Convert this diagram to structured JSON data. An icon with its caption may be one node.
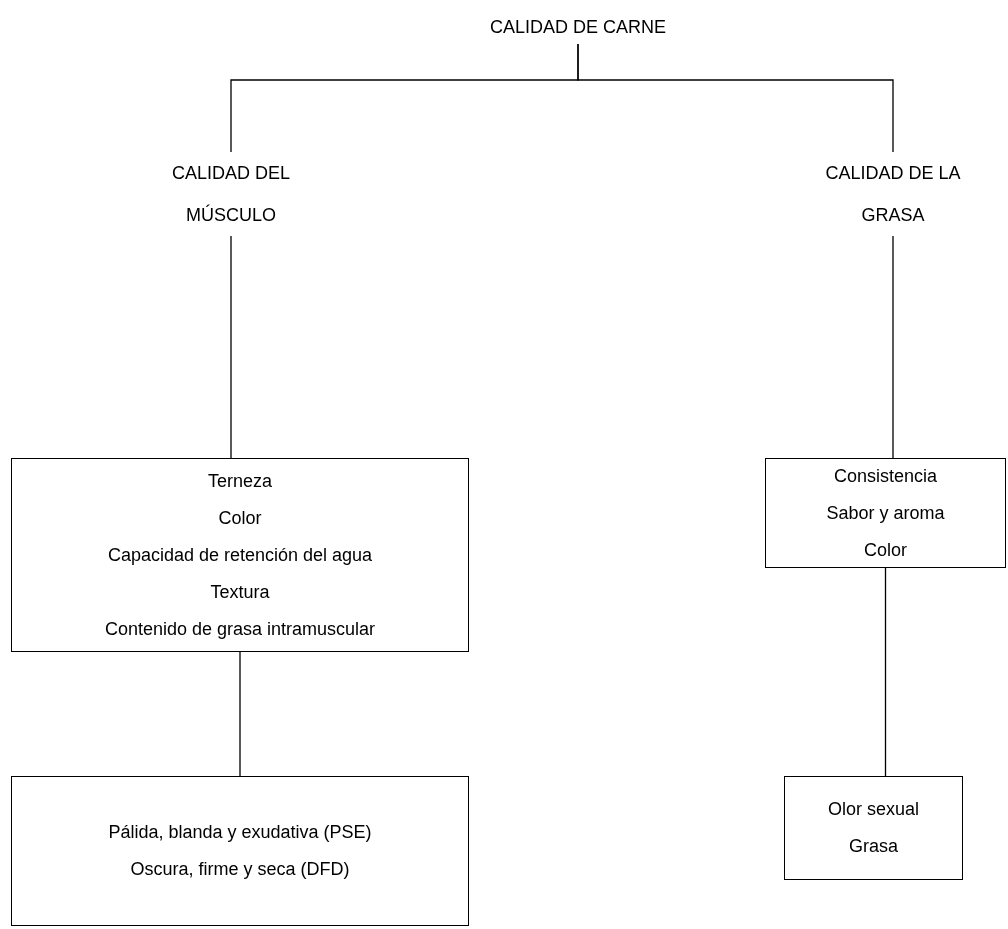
{
  "diagram": {
    "nodes": [
      {
        "text": [
          "CALIDAD DE CARNE"
        ]
      },
      {
        "text": [
          "CALIDAD DEL MÚSCULO"
        ]
      },
      {
        "text": [
          "CALIDAD DE LA GRASA"
        ]
      },
      {
        "text": [
          "Terneza",
          "Color",
          "Capacidad de retención del agua",
          "Textura",
          "Contenido de grasa intramuscular"
        ]
      },
      {
        "text": [
          "Consistencia",
          "Sabor y aroma",
          "Color"
        ]
      },
      {
        "text": [
          "Pálida, blanda y exudativa (PSE)",
          "Oscura, firme y seca (DFD)"
        ]
      },
      {
        "text": [
          "Olor sexual",
          "Grasa"
        ]
      }
    ],
    "edges": [
      {
        "from": 0,
        "to": 1,
        "arrow": "none"
      },
      {
        "from": 0,
        "to": 2,
        "arrow": "none"
      },
      {
        "from": 1,
        "to": 3,
        "arrow": "none"
      },
      {
        "from": 2,
        "to": 4,
        "arrow": "none"
      },
      {
        "from": 3,
        "to": 5,
        "arrow": "none"
      },
      {
        "from": 4,
        "to": 6,
        "arrow": "none"
      }
    ]
  }
}
